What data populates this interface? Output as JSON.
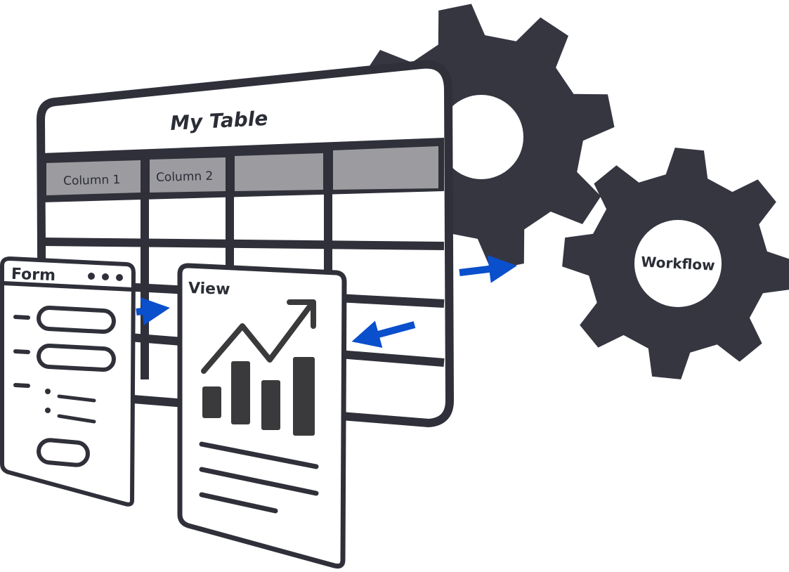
{
  "table": {
    "title": "My Table",
    "columns": [
      "Column 1",
      "Column 2",
      "",
      ""
    ]
  },
  "form": {
    "title": "Form",
    "menu_icon": "ellipsis-icon"
  },
  "view": {
    "title": "View"
  },
  "workflow": {
    "label": "Workflow"
  },
  "colors": {
    "outline": "#2f3039",
    "gear": "#353640",
    "header_cell": "#9c9ba0",
    "arrow": "#0a4fcc",
    "bars": "#3a3a3c"
  }
}
